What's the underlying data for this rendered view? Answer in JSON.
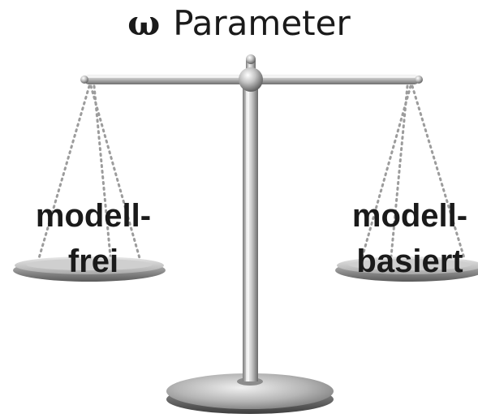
{
  "title": {
    "symbol": "ω",
    "text": "Parameter"
  },
  "left_pan": {
    "line1": "modell-",
    "line2": "frei"
  },
  "right_pan": {
    "line1": "modell-",
    "line2": "basiert"
  }
}
